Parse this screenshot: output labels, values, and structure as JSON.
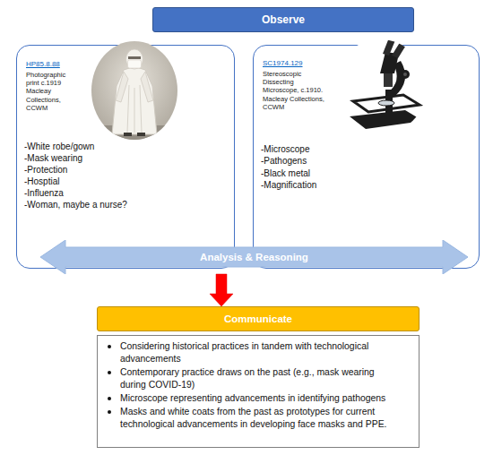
{
  "diagram": {
    "nodes": [
      {
        "text": [
          "Observe"
        ]
      },
      {
        "text": [
          "HP85.8.88",
          "Photographic print c.1919 Macleay Collections, CCWM",
          "-White robe/gown",
          "-Mask wearing",
          "-Protection",
          "-Hosptial",
          "-Influenza",
          "-Woman, maybe a nurse?"
        ]
      },
      {
        "text": [
          "SC1974.129",
          "Stereoscopic Dissecting Microscope, c.1910. Macleay Collections, CCWM",
          "-Microscope",
          "-Pathogens",
          "-Black metal",
          "-Magnification"
        ]
      },
      {
        "text": [
          "Analysis & Reasoning"
        ]
      },
      {
        "text": [
          "Communicate"
        ]
      },
      {
        "text": [
          "Considering historical practices in tandem with technological advancements",
          "Contemporary practice draws on the past (e.g., mask wearing during COVID-19)",
          "Microscope representing advancements in identifying pathogens",
          "Masks and white coats from the past as prototypes for current technological advancements in developing face masks and PPE."
        ]
      }
    ],
    "edges": [
      {
        "from": 3,
        "to": 4,
        "arrow": "to"
      }
    ]
  }
}
